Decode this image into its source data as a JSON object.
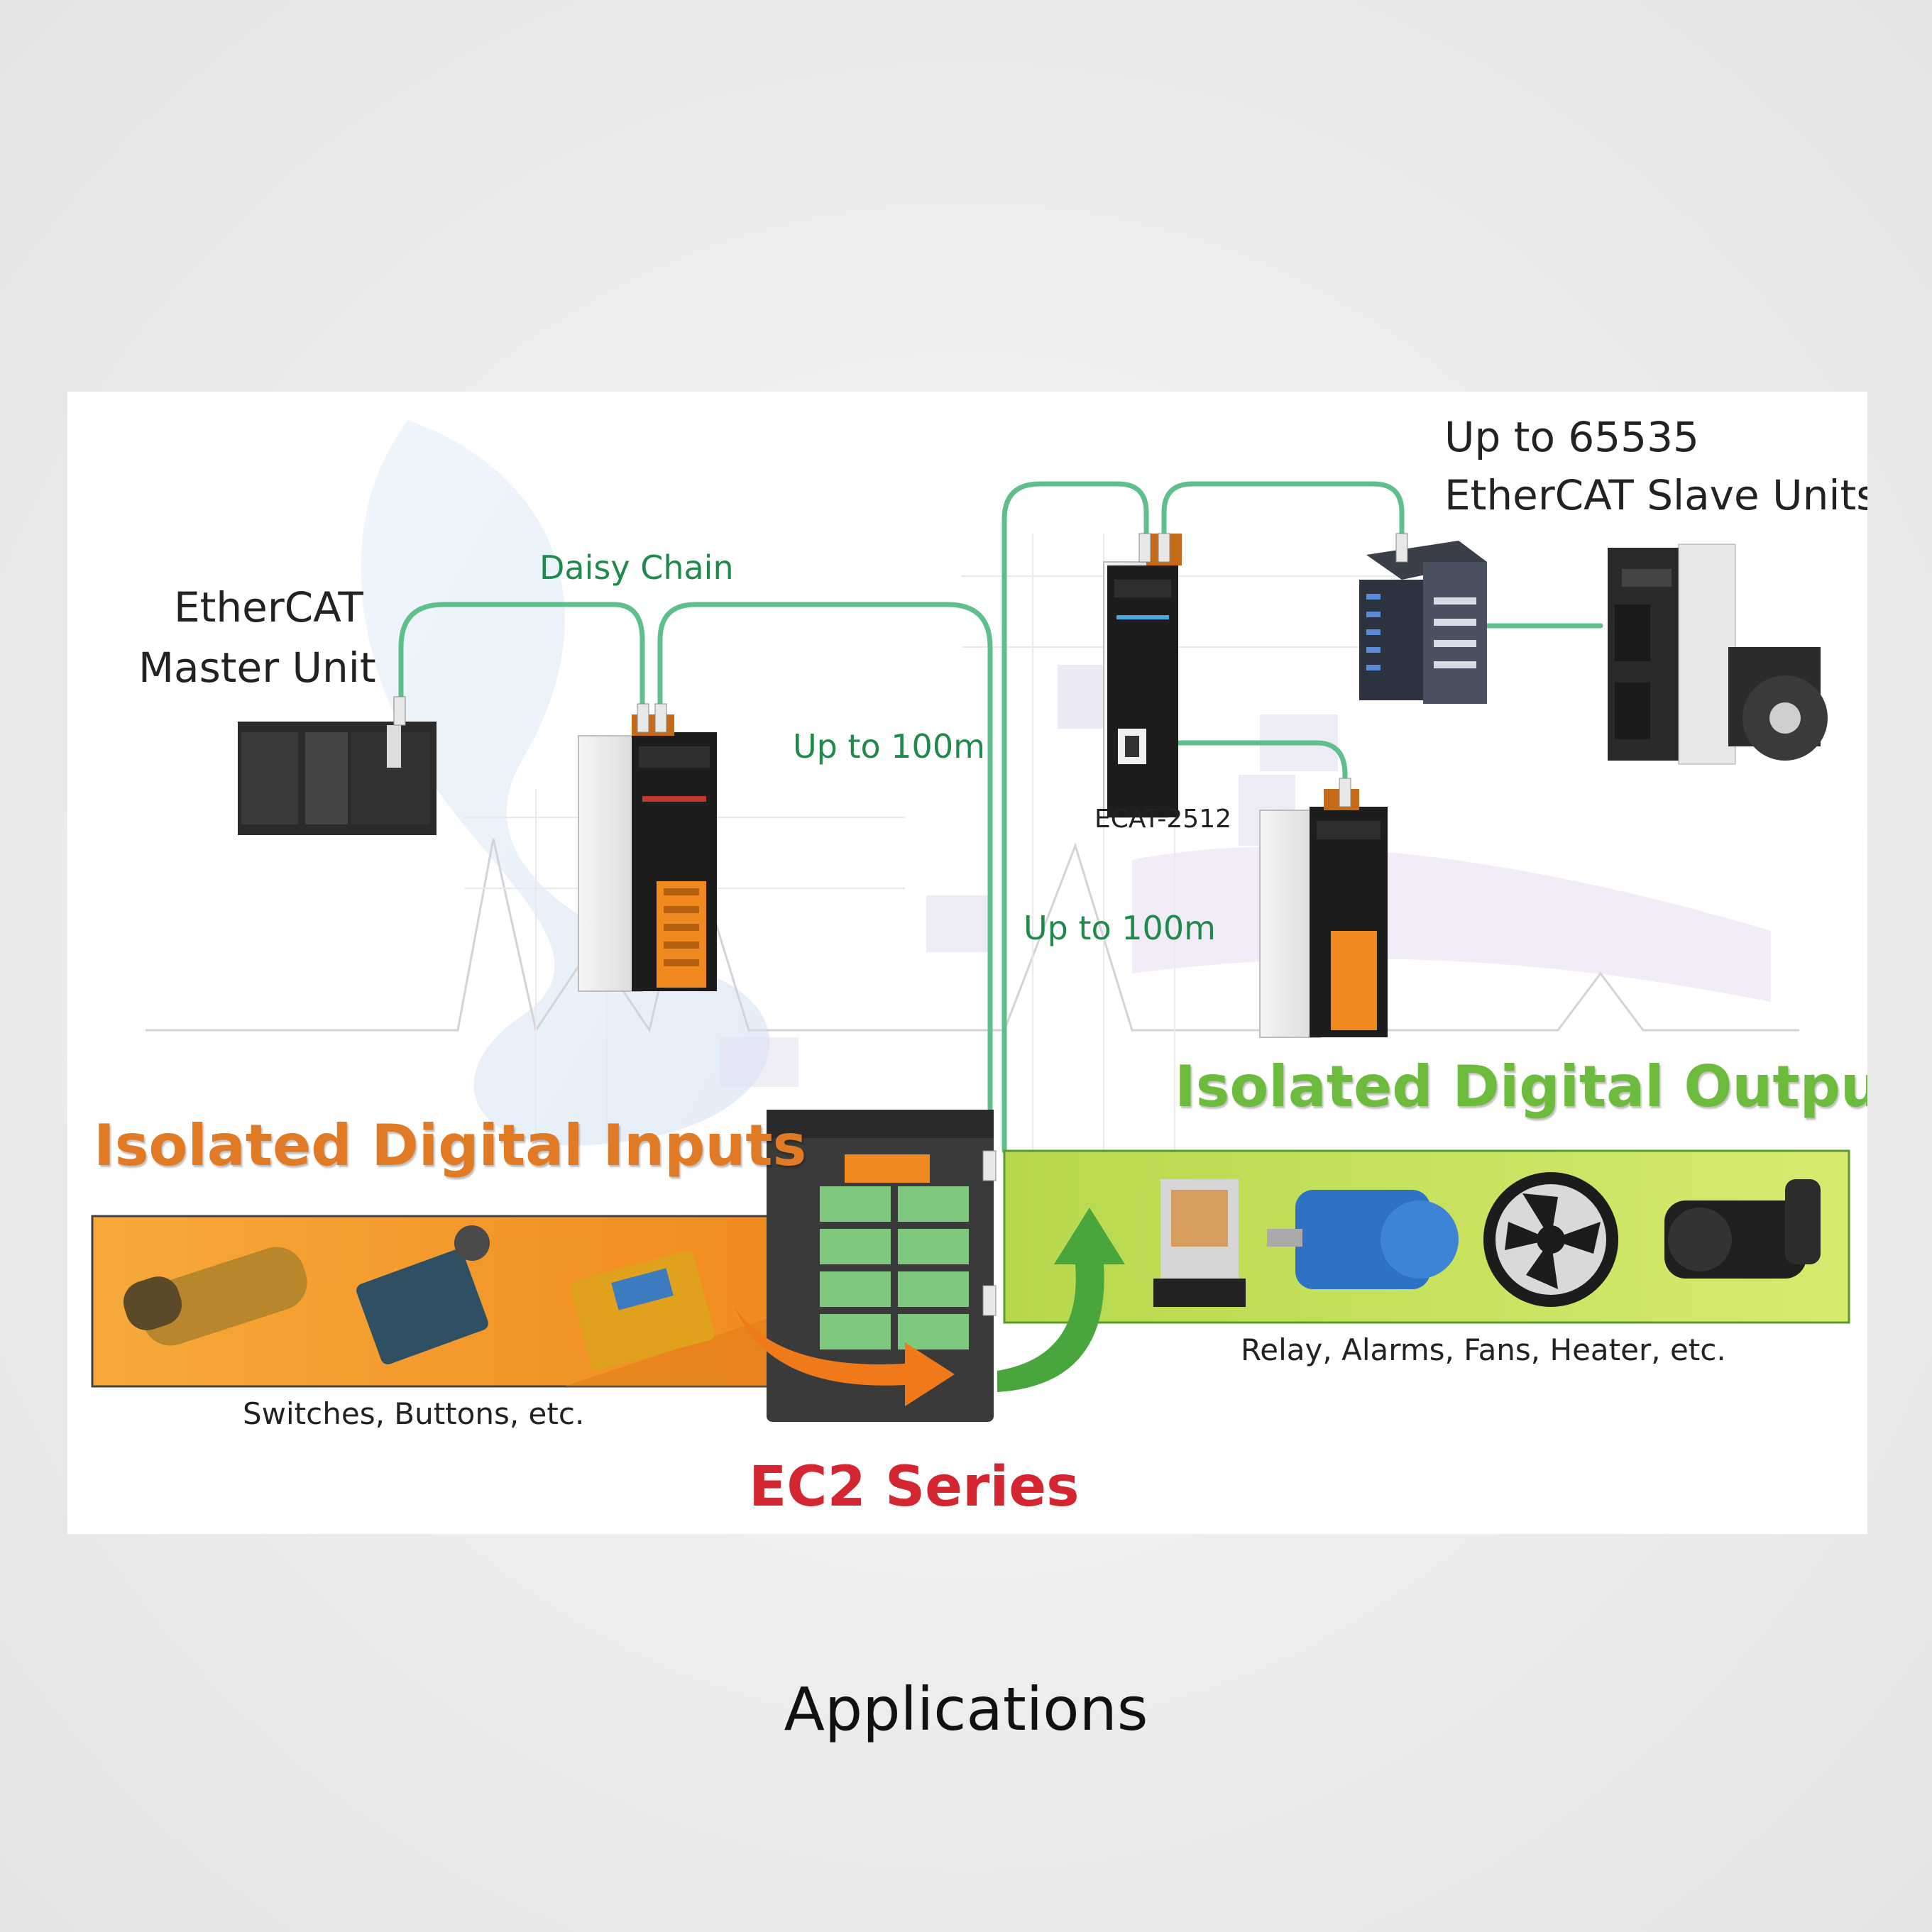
{
  "caption": "Applications",
  "labels": {
    "master_unit": [
      "EtherCAT",
      "Master Unit"
    ],
    "daisy_chain": "Daisy Chain",
    "up_to_100m_top": "Up to 100m",
    "up_to_100m_bottom": "Up to 100m",
    "slave_units": [
      "Up to 65535",
      "EtherCAT Slave Units"
    ],
    "ecat_model": "ECAT-2512",
    "inputs_title": "Isolated Digital Inputs",
    "outputs_title": "Isolated Digital Outputs",
    "inputs_caption": "Switches, Buttons, etc.",
    "outputs_caption": "Relay, Alarms, Fans, Heater, etc.",
    "series_name": "EC2 Series"
  },
  "colors": {
    "cable": "#5fbf8a",
    "inputs_band": "#f39a2a",
    "outputs_band": "#c5e05a",
    "inputs_text": "#e07a24",
    "outputs_text": "#6dbb3c",
    "series_text": "#d32630",
    "label_green": "#1f8a4c"
  },
  "devices": [
    "ethercat-master-plc",
    "ecat-2060-module-1",
    "ecat-2512-module",
    "io-server-box",
    "servo-drive",
    "servo-motor",
    "ecat-2060-module-2",
    "ec2-series-module",
    "proximity-sensor",
    "limit-switch",
    "square-sensor",
    "relay",
    "electric-motor",
    "axial-fan",
    "heater-motor"
  ]
}
